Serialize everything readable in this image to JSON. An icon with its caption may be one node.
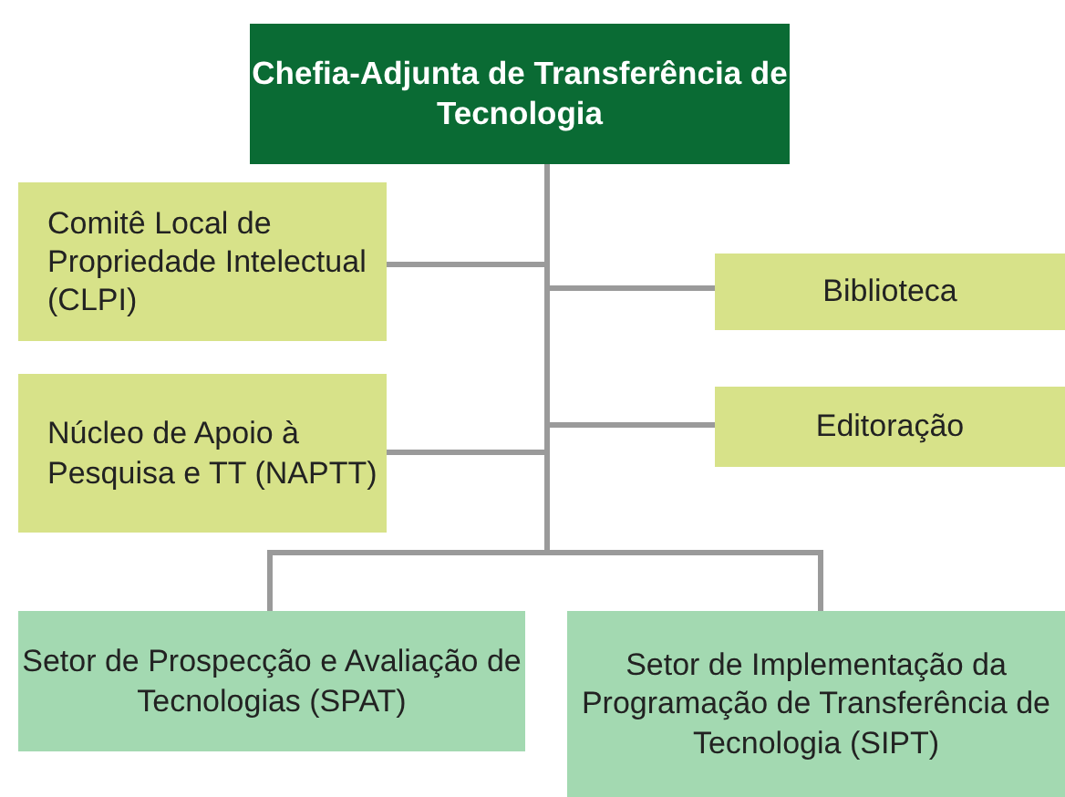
{
  "diagram": {
    "nodes": [
      {
        "text": [
          "Chefia-Adjunta de Transferência de Tecnologia"
        ]
      },
      {
        "text": [
          "Comitê Local de Propriedade Intelectual (CLPI)"
        ]
      },
      {
        "text": [
          "Biblioteca"
        ]
      },
      {
        "text": [
          "Núcleo de Apoio à Pesquisa e TT (NAPTT)"
        ]
      },
      {
        "text": [
          "Editoração"
        ]
      },
      {
        "text": [
          "Setor de Prospecção e Avaliação de Tecnologias (SPAT)"
        ]
      },
      {
        "text": [
          "Setor de Implementação da Programação de Transferência de Tecnologia (SIPT)"
        ]
      }
    ],
    "edges": [
      {
        "from": 0,
        "to": 1,
        "arrow": "none"
      },
      {
        "from": 0,
        "to": 2,
        "arrow": "none"
      },
      {
        "from": 0,
        "to": 3,
        "arrow": "none"
      },
      {
        "from": 0,
        "to": 4,
        "arrow": "none"
      },
      {
        "from": 0,
        "to": 5,
        "arrow": "none"
      },
      {
        "from": 0,
        "to": 6,
        "arrow": "none"
      }
    ]
  }
}
